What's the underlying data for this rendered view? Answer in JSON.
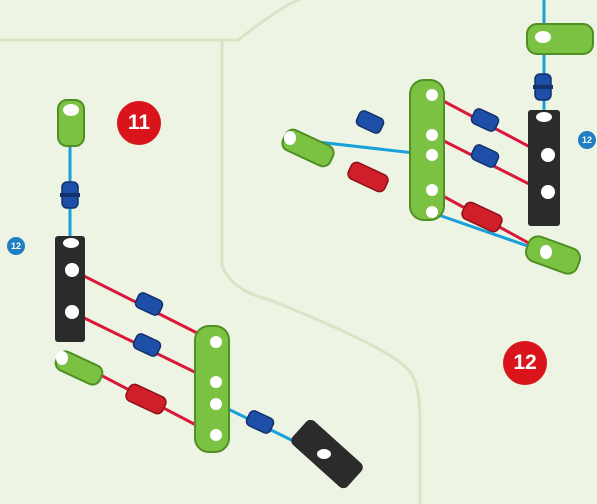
{
  "steps": {
    "step_11_label": "11",
    "step_12_label": "12",
    "ref_left_label": "12",
    "ref_right_label": "12"
  },
  "colors": {
    "background": "#eef4e4",
    "panel_border": "#d8e4c6",
    "step_badge": "#d9151b",
    "ref_badge": "#1f7fc2",
    "green_part": "#7cc242",
    "dark_part": "#2b2b2b",
    "blue_peg": "#1e4fa8",
    "red_peg": "#d01f2a",
    "guide_red": "#d8193a",
    "guide_blue": "#1aa0d8"
  },
  "icons": [
    "green-beam-icon",
    "black-beam-icon",
    "blue-connector-peg-icon",
    "red-axle-peg-icon",
    "green-bushing-icon",
    "guide-line-icon"
  ]
}
